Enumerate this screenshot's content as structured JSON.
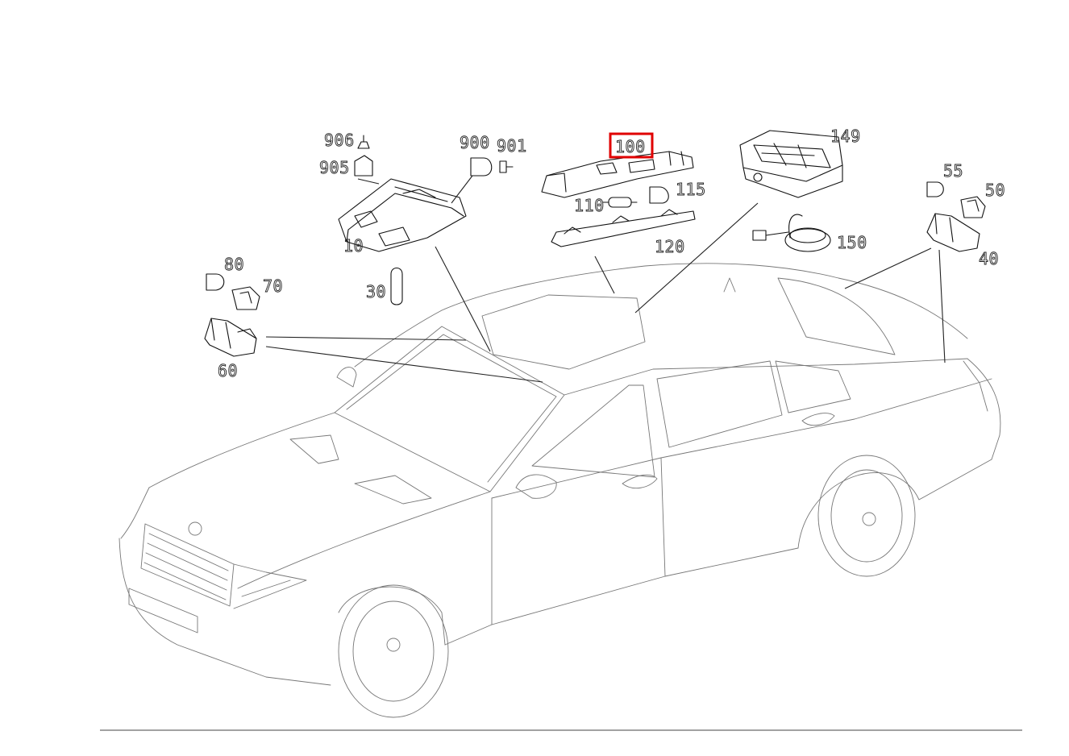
{
  "parts": {
    "p906": "906",
    "p905": "905",
    "p900": "900",
    "p901": "901",
    "p100": "100",
    "p149": "149",
    "p115": "115",
    "p110": "110",
    "p120": "120",
    "p150": "150",
    "p55": "55",
    "p50": "50",
    "p40": "40",
    "p10": "10",
    "p30": "30",
    "p80": "80",
    "p70": "70",
    "p60": "60"
  },
  "highlighted_part": "100",
  "highlight_color": "#e00000"
}
